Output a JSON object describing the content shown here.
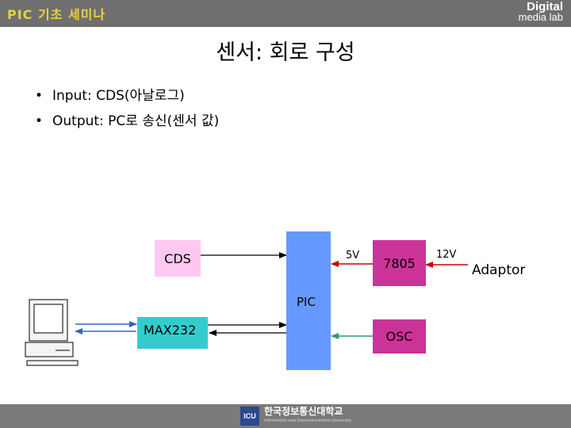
{
  "header": {
    "title": "PIC 기초 세미나",
    "logo_line1": "Digital",
    "logo_line2": "media lab"
  },
  "slide": {
    "title": "센서: 회로 구성",
    "bullets": [
      "Input: CDS(아날로그)",
      "Output: PC로 송신(센서 값)"
    ]
  },
  "diagram": {
    "nodes": {
      "cds": {
        "label": "CDS",
        "color": "#ffc8f0"
      },
      "max232": {
        "label": "MAX232",
        "color": "#33cccc"
      },
      "pic": {
        "label": "PIC",
        "color": "#6699ff"
      },
      "reg7805": {
        "label": "7805",
        "color": "#cc3399"
      },
      "osc": {
        "label": "OSC",
        "color": "#cc3399"
      },
      "adaptor": {
        "label": "Adaptor"
      }
    },
    "edge_labels": {
      "v5": "5V",
      "v12": "12V"
    },
    "edge_colors": {
      "power": "#cc0000",
      "pc_link": "#3366cc",
      "osc_link": "#339966",
      "signal": "#000000"
    }
  },
  "footer": {
    "logo_mark": "ICU",
    "name": "한국정보통신대학교",
    "subtitle": "Information and Communications University"
  }
}
